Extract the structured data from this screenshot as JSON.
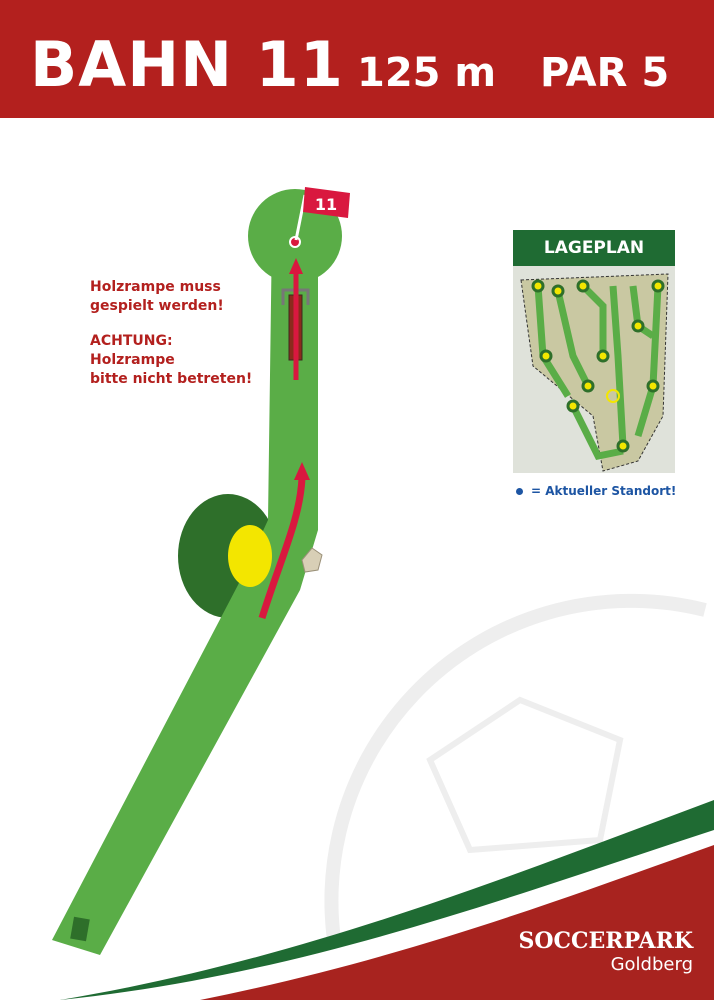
{
  "header": {
    "title": "BAHN 11",
    "length": "125 m",
    "par": "PAR 5"
  },
  "hole": {
    "flag_number": "11"
  },
  "notes": {
    "ramp_required": [
      "Holzrampe muss",
      "gespielt werden!"
    ],
    "warning_title": "ACHTUNG:",
    "warning_text": [
      "Holzrampe",
      "bitte nicht betreten!"
    ]
  },
  "lageplan": {
    "title": "LAGEPLAN",
    "legend": "= Aktueller Standort!"
  },
  "logo": {
    "name": "SOCCERPARK",
    "location": "Goldberg"
  },
  "colors": {
    "brand_red": "#b3201e",
    "fairway": "#5aad47",
    "dark_green": "#2e6f2a",
    "bunker": "#f3e600",
    "arrow": "#d9183f"
  }
}
